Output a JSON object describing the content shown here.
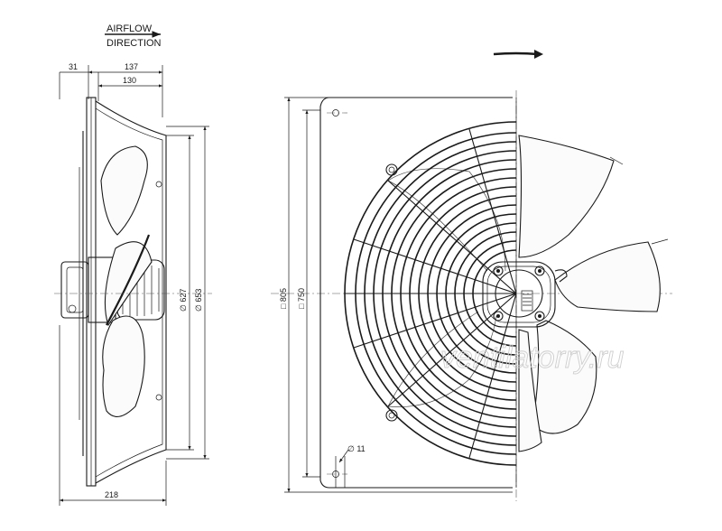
{
  "airflow": {
    "line1": "AIRFLOW",
    "line2": "DIRECTION"
  },
  "side_view": {
    "dims": {
      "d31": "31",
      "d137": "137",
      "d130": "130",
      "d218": "218",
      "d627": "∅ 627",
      "d653": "∅ 653"
    }
  },
  "front_view": {
    "dims": {
      "sq805": "□ 805",
      "sq750": "□ 750",
      "hole": "∅ 11"
    }
  },
  "watermark": "ventilatorry.ru",
  "colors": {
    "line": "#1a1a1a",
    "watermark": "#d0d0d0",
    "background": "#ffffff"
  },
  "icons": {
    "airflow_arrow": "arrow-right-icon",
    "rotation_arrow": "rotation-arrow-icon"
  }
}
